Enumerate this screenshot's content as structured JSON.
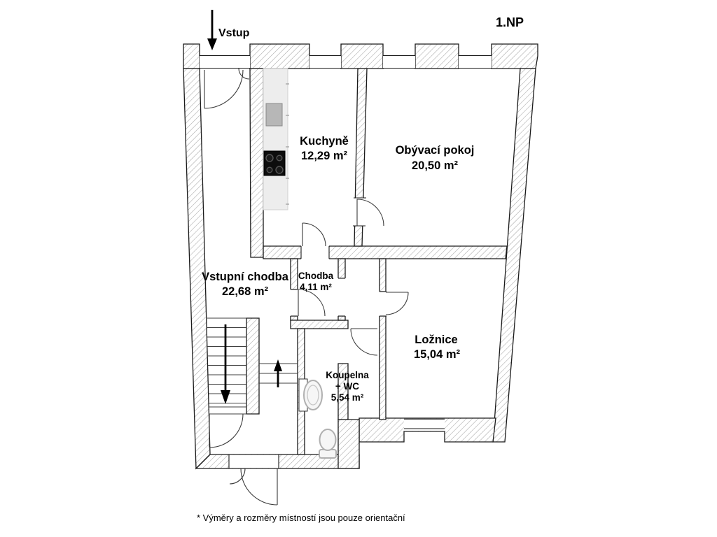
{
  "title": "1.NP",
  "entrance": {
    "label": "Vstup"
  },
  "rooms": {
    "kuchyne": {
      "name": "Kuchyně",
      "area": "12,29 m²"
    },
    "obyvaci_pokoj": {
      "name": "Obývací pokoj",
      "area": "20,50 m²"
    },
    "vstupni_chodba": {
      "name": "Vstupní chodba",
      "area": "22,68 m²"
    },
    "chodba": {
      "name": "Chodba",
      "area": "4,11 m²"
    },
    "loznice": {
      "name": "Ložnice",
      "area": "15,04 m²"
    },
    "koupelna": {
      "name": "Koupelna",
      "suffix": "+ WC",
      "area": "5,54 m²"
    }
  },
  "footnote": "* Výměry a rozměry místností jsou pouze orientační",
  "icons": {
    "entrance_arrow": "↓",
    "stairs_down_arrow": "↓",
    "stairs_up_arrow": "↑"
  },
  "colors": {
    "background": "#ffffff",
    "wall_hatch": "#a6a6a6",
    "wall_line": "#1a1a1a",
    "door_line": "#3a3a3a",
    "counter": "#ededed",
    "kitchen_sink": "#b7b7b7",
    "stove": "#0d0d0d",
    "fixture_outline": "#b0b0b0",
    "text": "#000000"
  }
}
